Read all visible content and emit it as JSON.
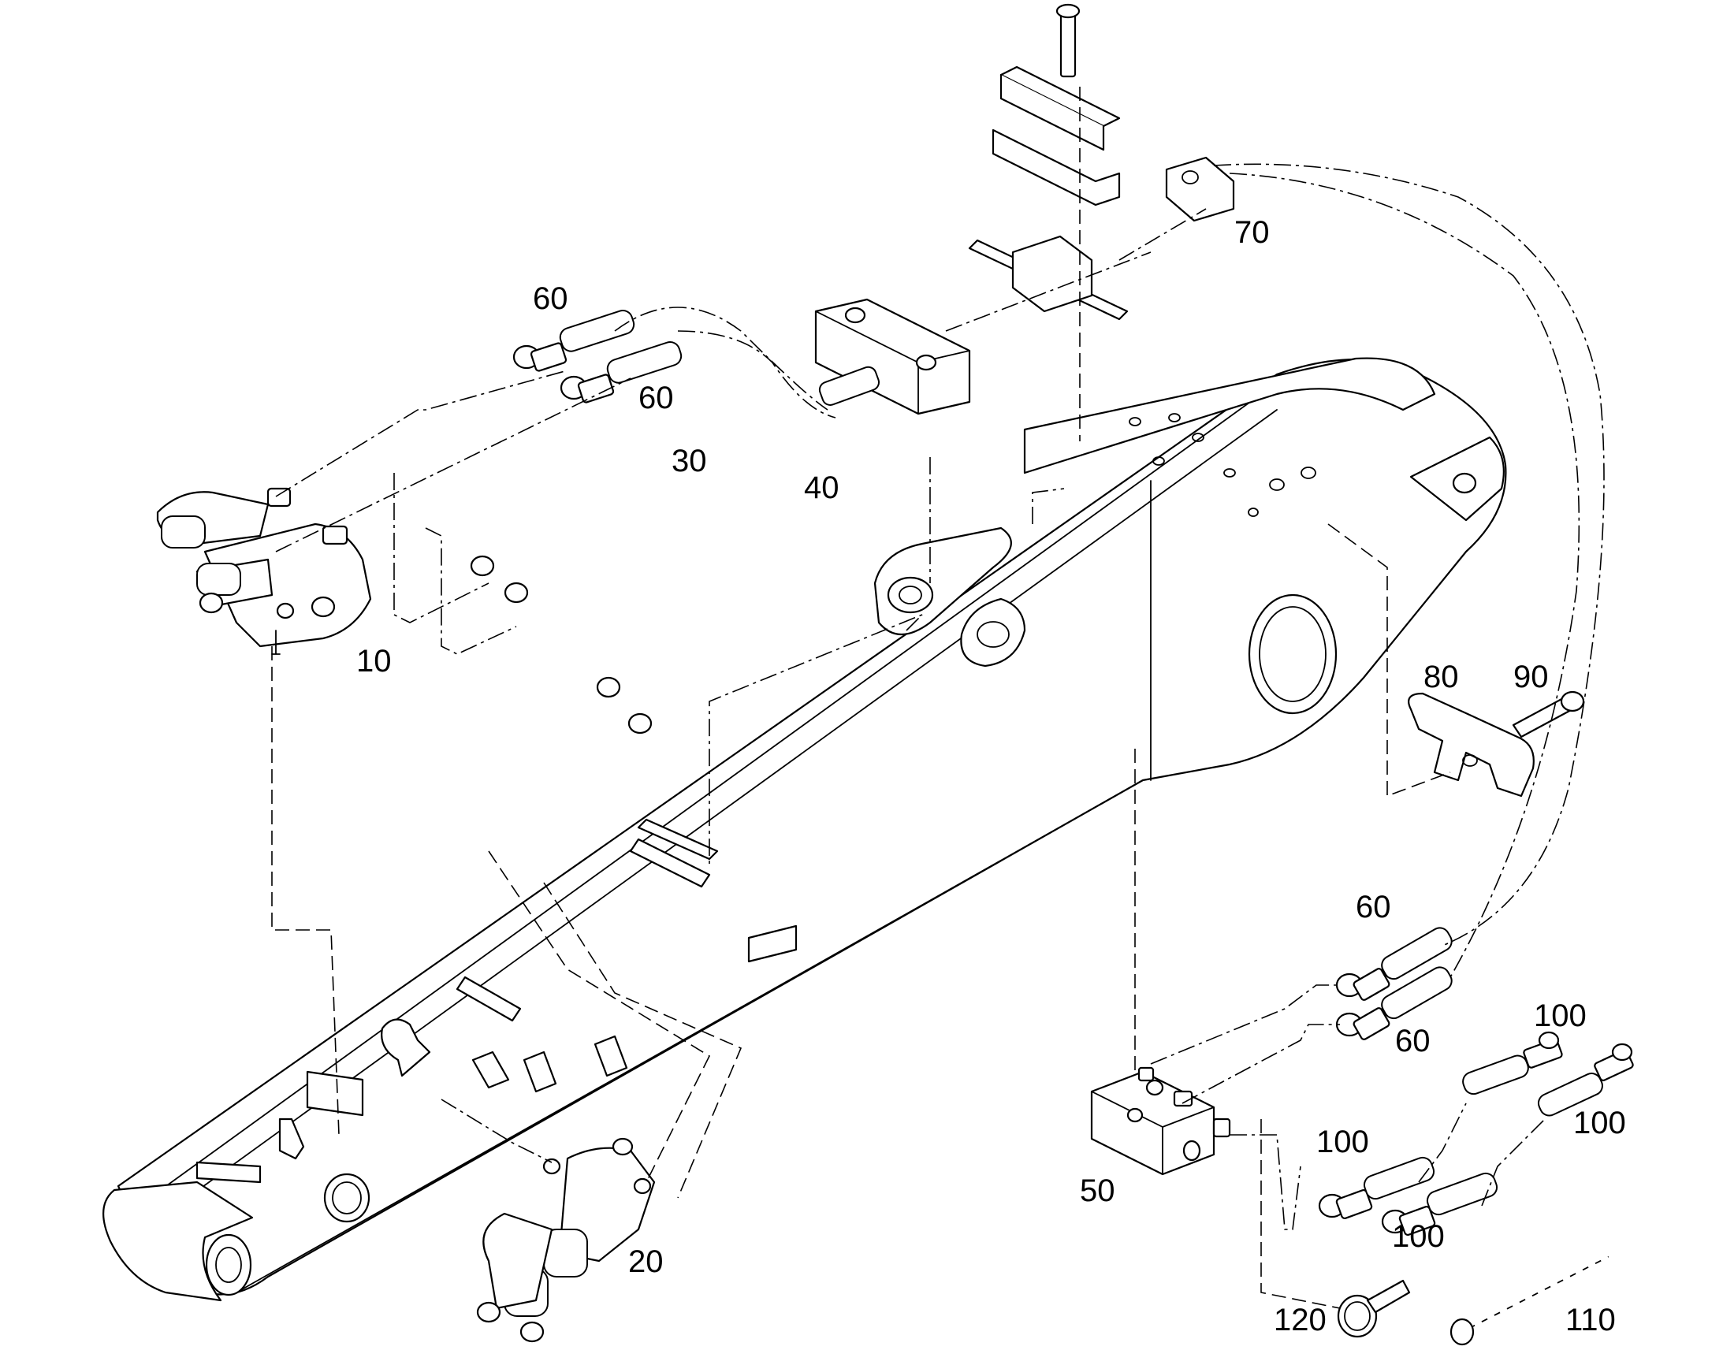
{
  "callouts": [
    {
      "id": "c10a",
      "label": "10"
    },
    {
      "id": "c20",
      "label": "20"
    },
    {
      "id": "c30",
      "label": "30"
    },
    {
      "id": "c40",
      "label": "40"
    },
    {
      "id": "c50",
      "label": "50"
    },
    {
      "id": "c60a",
      "label": "60"
    },
    {
      "id": "c60b",
      "label": "60"
    },
    {
      "id": "c60c",
      "label": "60"
    },
    {
      "id": "c60d",
      "label": "60"
    },
    {
      "id": "c70",
      "label": "70"
    },
    {
      "id": "c80",
      "label": "80"
    },
    {
      "id": "c90",
      "label": "90"
    },
    {
      "id": "c100a",
      "label": "100"
    },
    {
      "id": "c100b",
      "label": "100"
    },
    {
      "id": "c100c",
      "label": "100"
    },
    {
      "id": "c100d",
      "label": "100"
    },
    {
      "id": "c110",
      "label": "110"
    },
    {
      "id": "c120",
      "label": "120"
    }
  ]
}
